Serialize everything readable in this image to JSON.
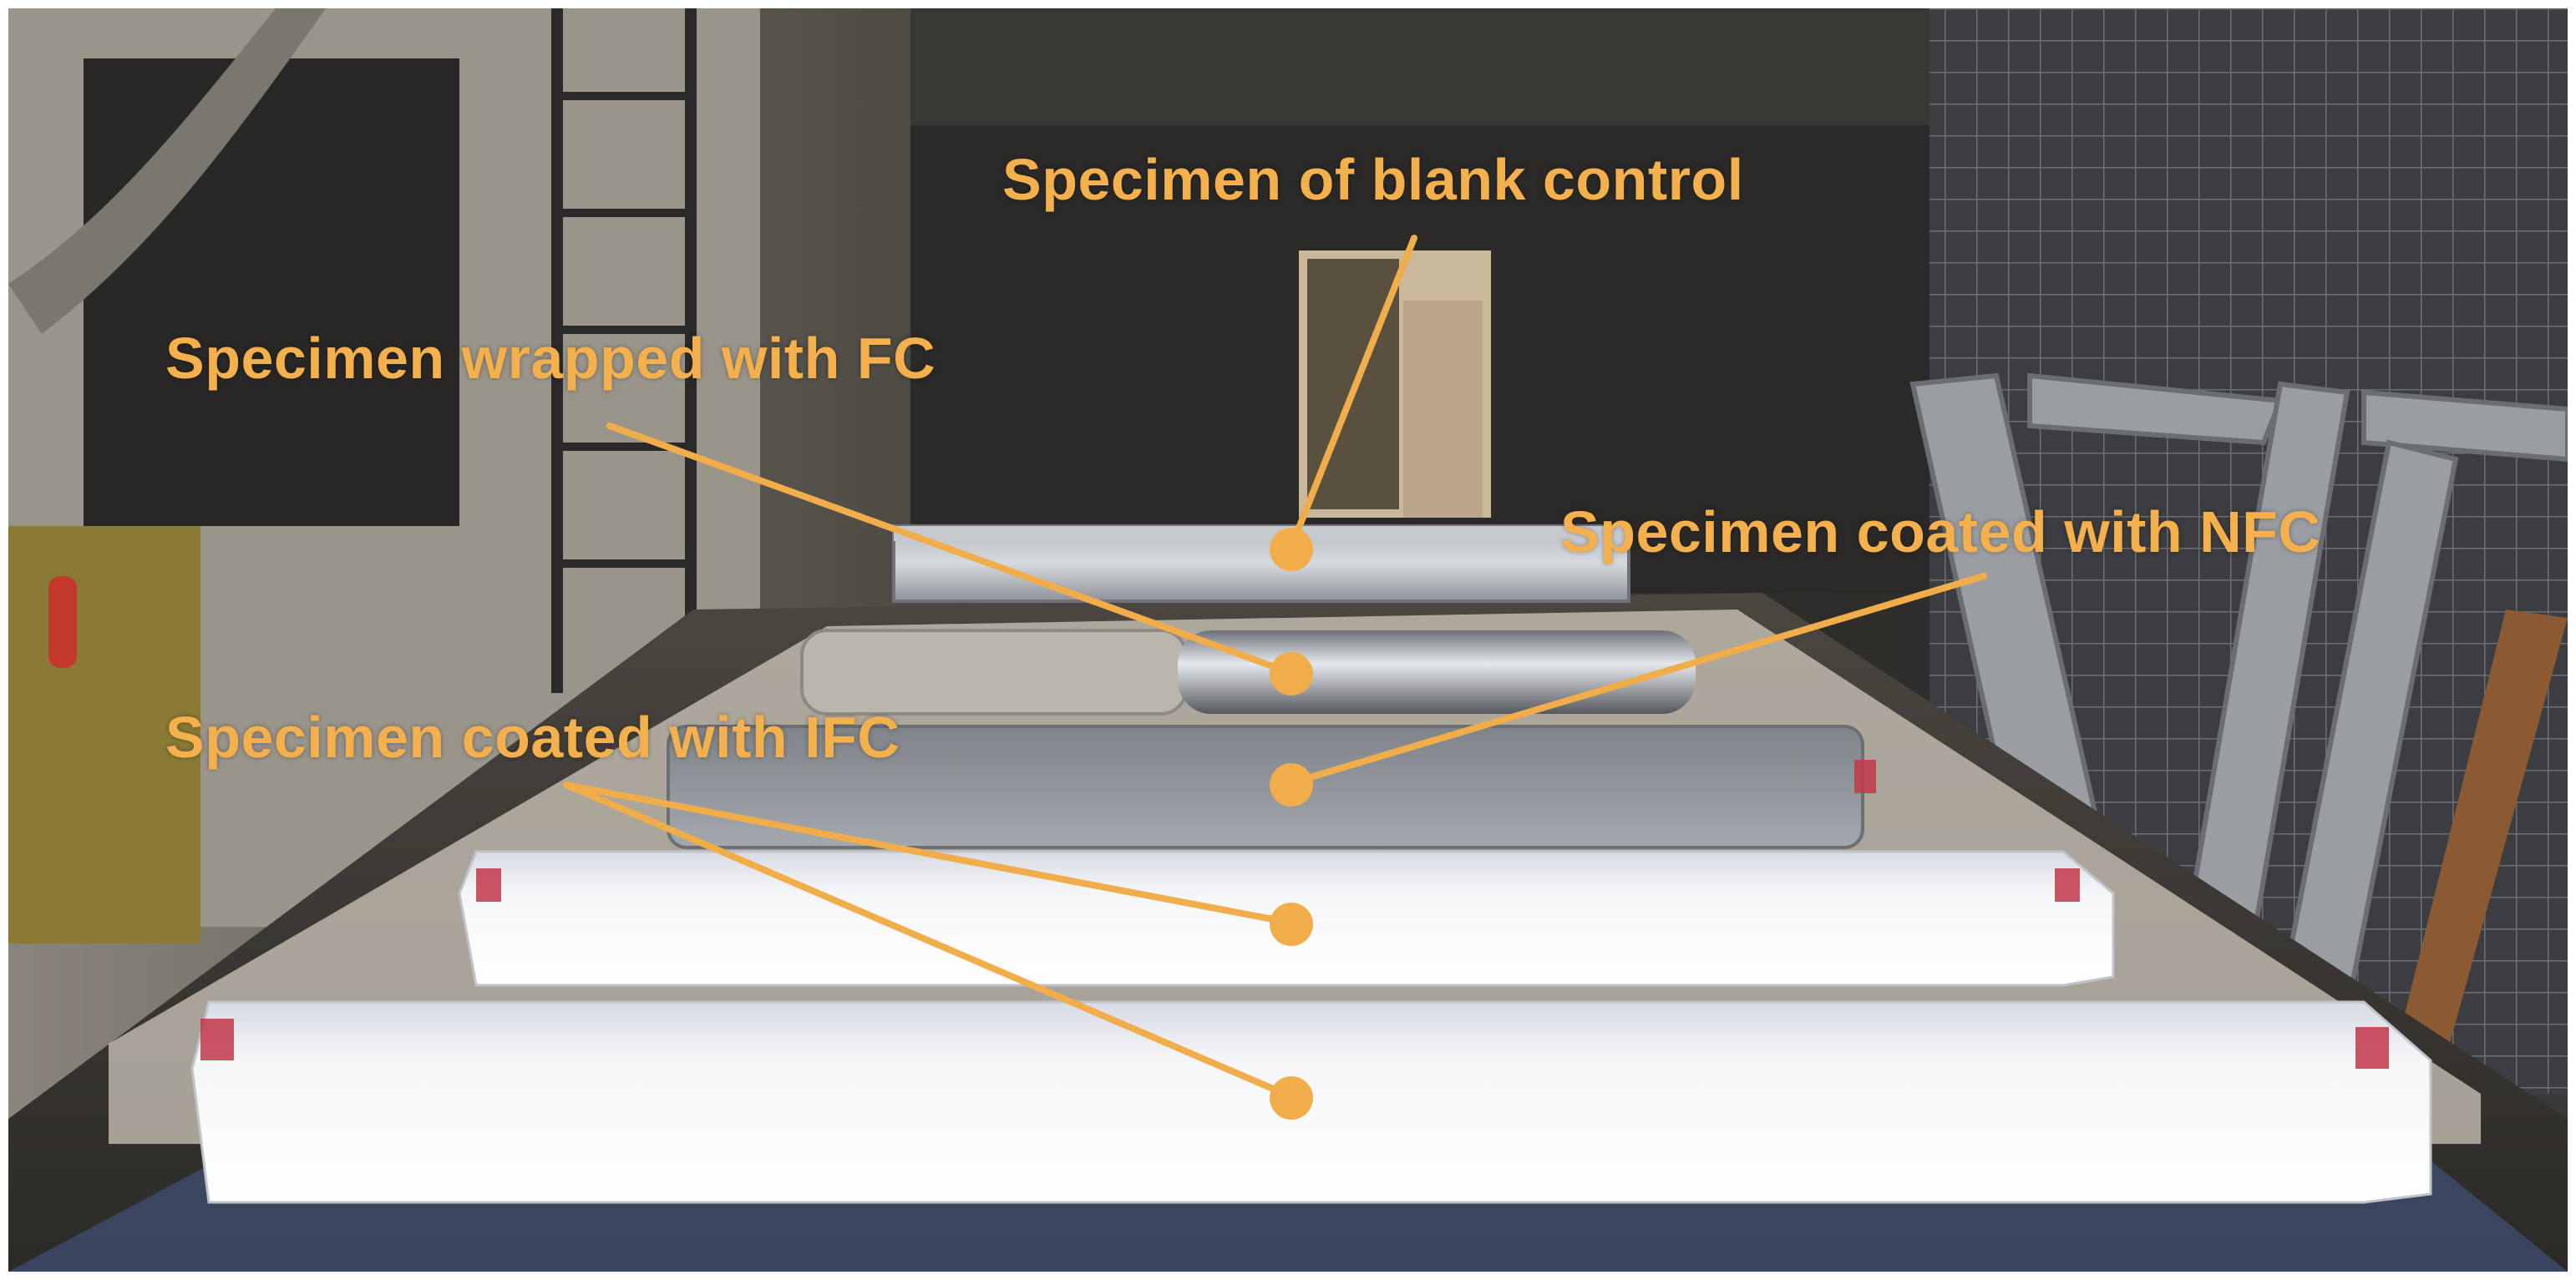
{
  "annotations": {
    "blank_control": "Specimen of blank control",
    "wrapped_fc": "Specimen wrapped with FC",
    "coated_nfc": "Specimen coated with NFC",
    "coated_ifc": "Specimen coated with IFC"
  },
  "colors": {
    "annotation": "#f4b04c",
    "marker": "#f0ad4a"
  }
}
